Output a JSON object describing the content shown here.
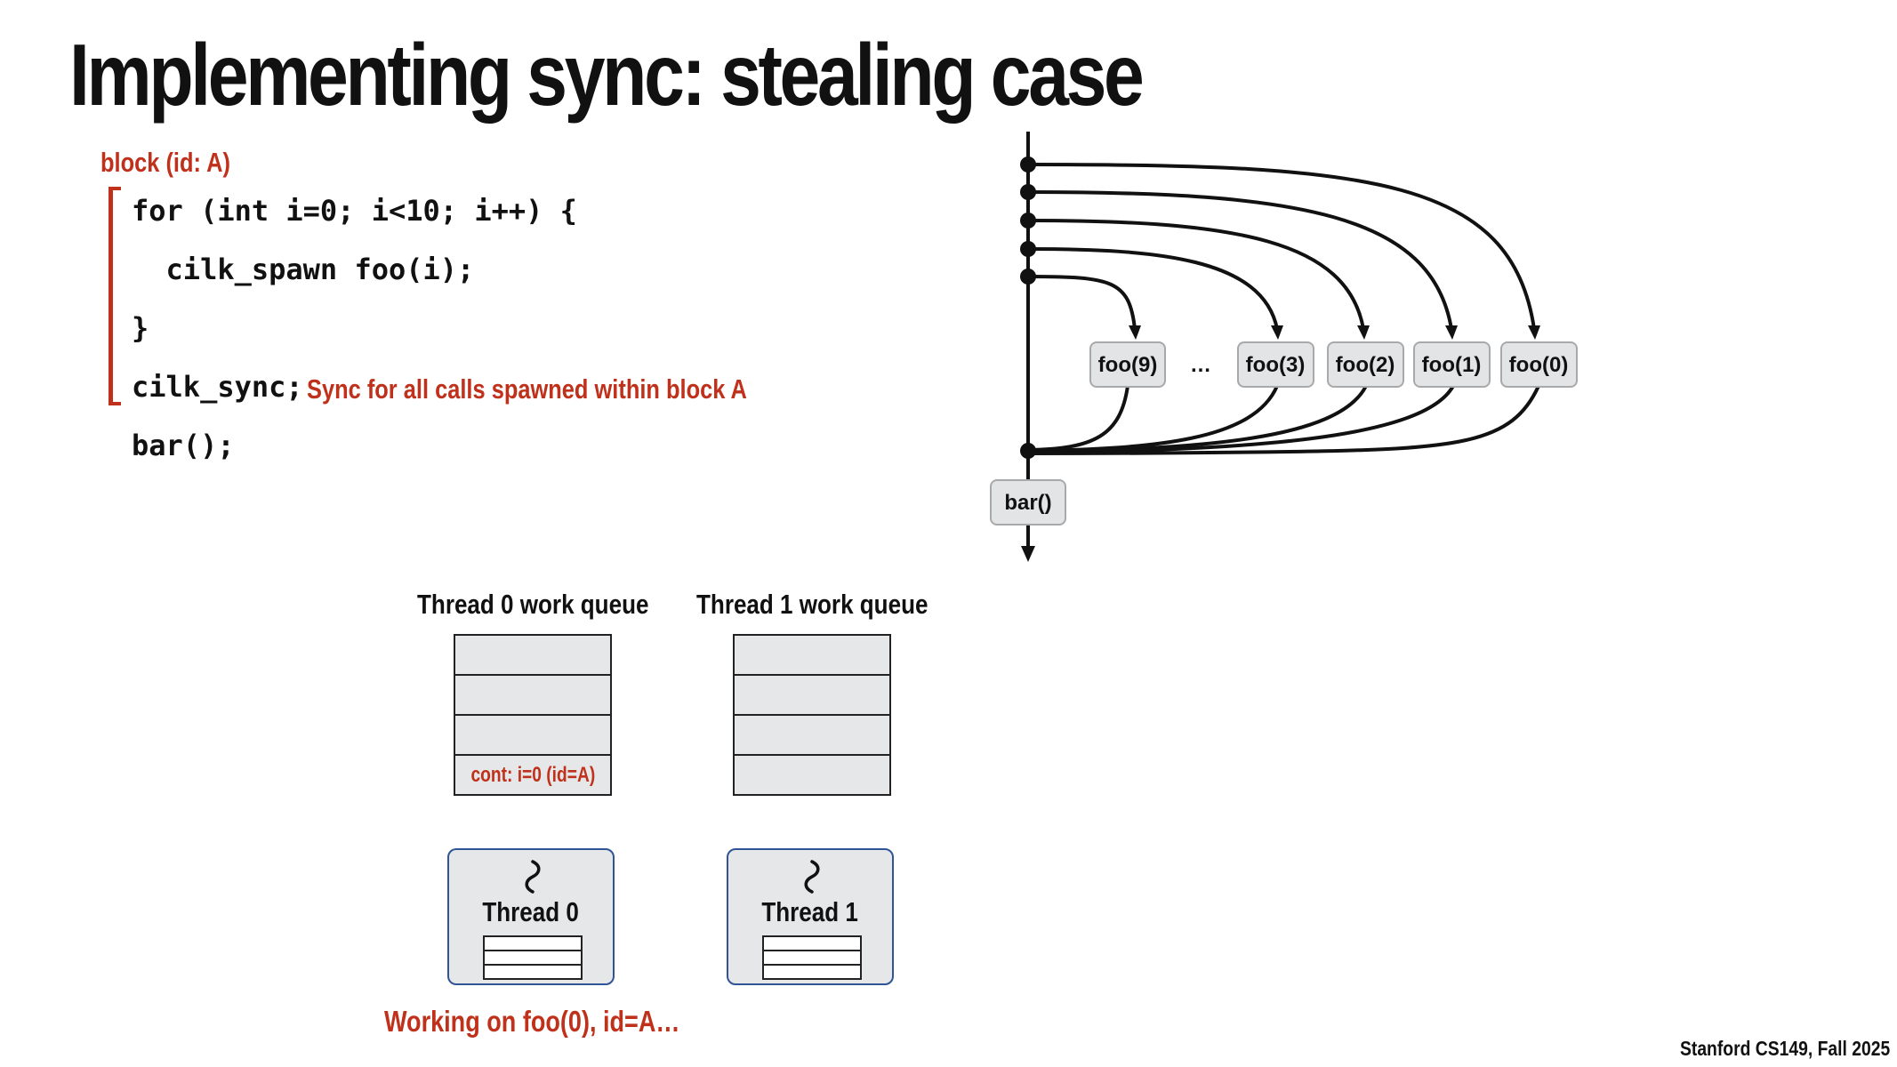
{
  "slide": {
    "title": "Implementing sync: stealing case",
    "footer": "Stanford CS149, Fall 2025"
  },
  "code": {
    "block_label": "block (id: A)",
    "lines": [
      "for (int i=0; i<10; i++) {",
      "  cilk_spawn foo(i);",
      "}",
      "cilk_sync;",
      "bar();"
    ],
    "sync_note": "Sync for all calls spawned within block A"
  },
  "dag": {
    "nodes": [
      "foo(9)",
      "…",
      "foo(3)",
      "foo(2)",
      "foo(1)",
      "foo(0)"
    ],
    "continuation_node": "bar()"
  },
  "queues": [
    {
      "title": "Thread 0 work queue",
      "slots": [
        "",
        "",
        "",
        "cont: i=0 (id=A)"
      ]
    },
    {
      "title": "Thread 1 work queue",
      "slots": [
        "",
        "",
        "",
        ""
      ]
    }
  ],
  "threads": [
    {
      "name": "Thread 0",
      "status": "Working on foo(0), id=A…"
    },
    {
      "name": "Thread 1"
    }
  ],
  "colors": {
    "accent_red": "#c0311b",
    "thread_border": "#2f5596",
    "node_fill": "#e3e4e6"
  }
}
